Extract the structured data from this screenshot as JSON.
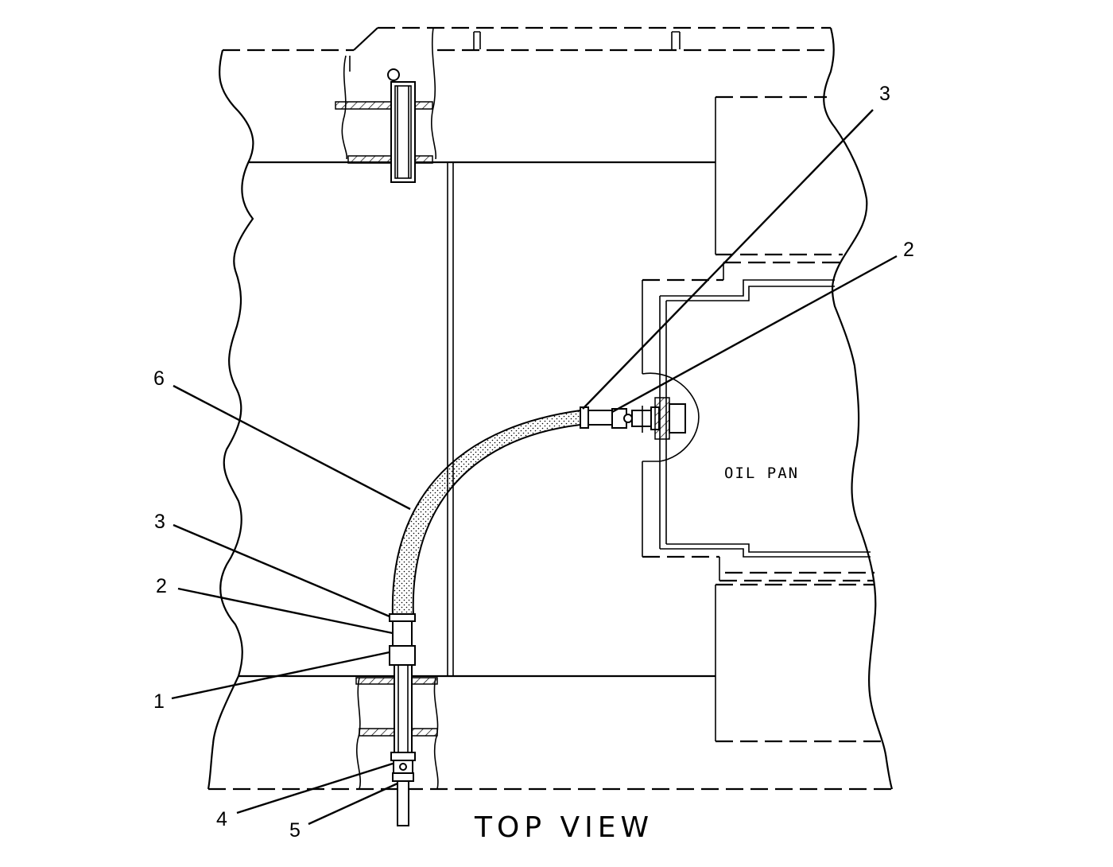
{
  "callouts": {
    "top_3": "3",
    "top_2": "2",
    "left_6": "6",
    "left_3": "3",
    "left_2": "2",
    "left_1": "1",
    "bottom_4": "4",
    "bottom_5": "5"
  },
  "labels": {
    "oil_pan": "OIL PAN",
    "view_title": "TOP VIEW"
  }
}
